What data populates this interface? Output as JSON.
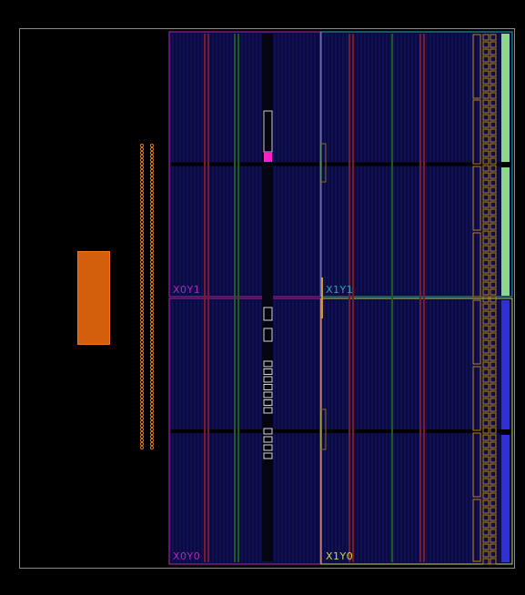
{
  "view": {
    "title": "Device"
  },
  "colors": {
    "background": "#000000",
    "fabric_fill": "#0a0a40",
    "ps_block": "#d35f0c",
    "io_pads": "#e07a16",
    "x0y1": "#b02ab0",
    "x0y0": "#b02ab0",
    "x1y1": "#2aa6b0",
    "x1y0": "#c8d84a",
    "gt_green": "#8ad88a",
    "gt_blue": "#3030d8",
    "highlight_pink": "#ff20c8"
  },
  "regions": [
    {
      "id": "X0Y1",
      "label": "X0Y1"
    },
    {
      "id": "X1Y1",
      "label": "X1Y1"
    },
    {
      "id": "X0Y0",
      "label": "X0Y0"
    },
    {
      "id": "X1Y0",
      "label": "X1Y0"
    }
  ]
}
